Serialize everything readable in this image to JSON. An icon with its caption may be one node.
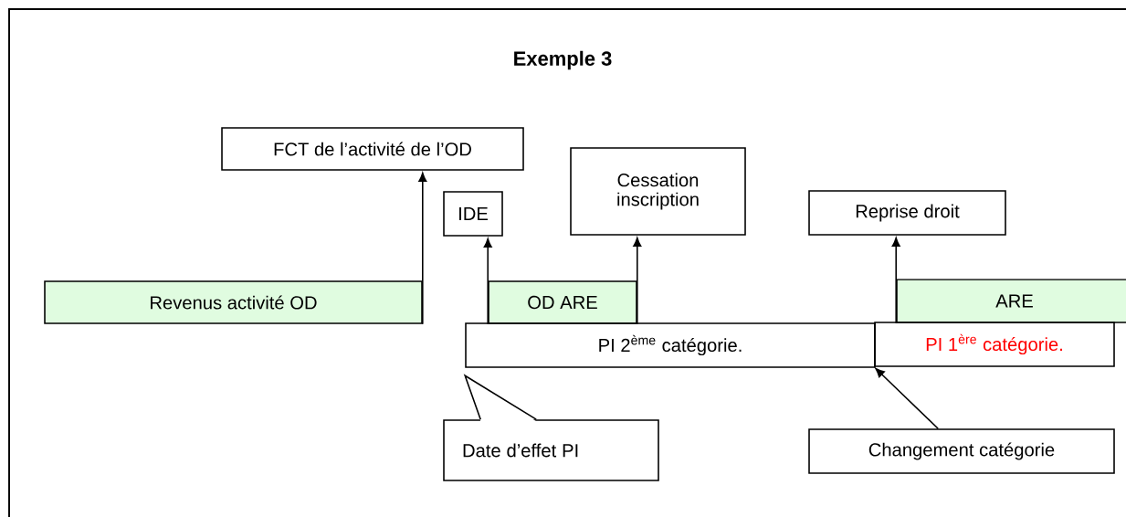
{
  "diagram": {
    "title": "Exemple 3",
    "nodes": [
      {
        "text": [
          "FCT de l’activité de l’OD"
        ]
      },
      {
        "text": [
          "IDE"
        ]
      },
      {
        "text": [
          "Cessation inscription"
        ]
      },
      {
        "text": [
          "Reprise droit"
        ]
      },
      {
        "text": [
          "Revenus activité OD"
        ]
      },
      {
        "text": [
          "OD ARE"
        ]
      },
      {
        "text": [
          "ARE"
        ]
      },
      {
        "text": [
          "PI 2$^{ème}$ catégorie."
        ]
      },
      {
        "text": [
          "PI 1$^{ère}$ catégorie."
        ]
      },
      {
        "text": [
          "Date d’effet PI"
        ]
      },
      {
        "text": [
          "Changement catégorie"
        ]
      }
    ],
    "edges": [
      {
        "from": 4,
        "to": 0,
        "arrow": "to"
      },
      {
        "from": 5,
        "to": 1,
        "arrow": "to"
      },
      {
        "from": 5,
        "to": 2,
        "arrow": "to"
      },
      {
        "from": 6,
        "to": 3,
        "arrow": "to"
      },
      {
        "from": 10,
        "to": 8,
        "arrow": "to"
      }
    ]
  }
}
